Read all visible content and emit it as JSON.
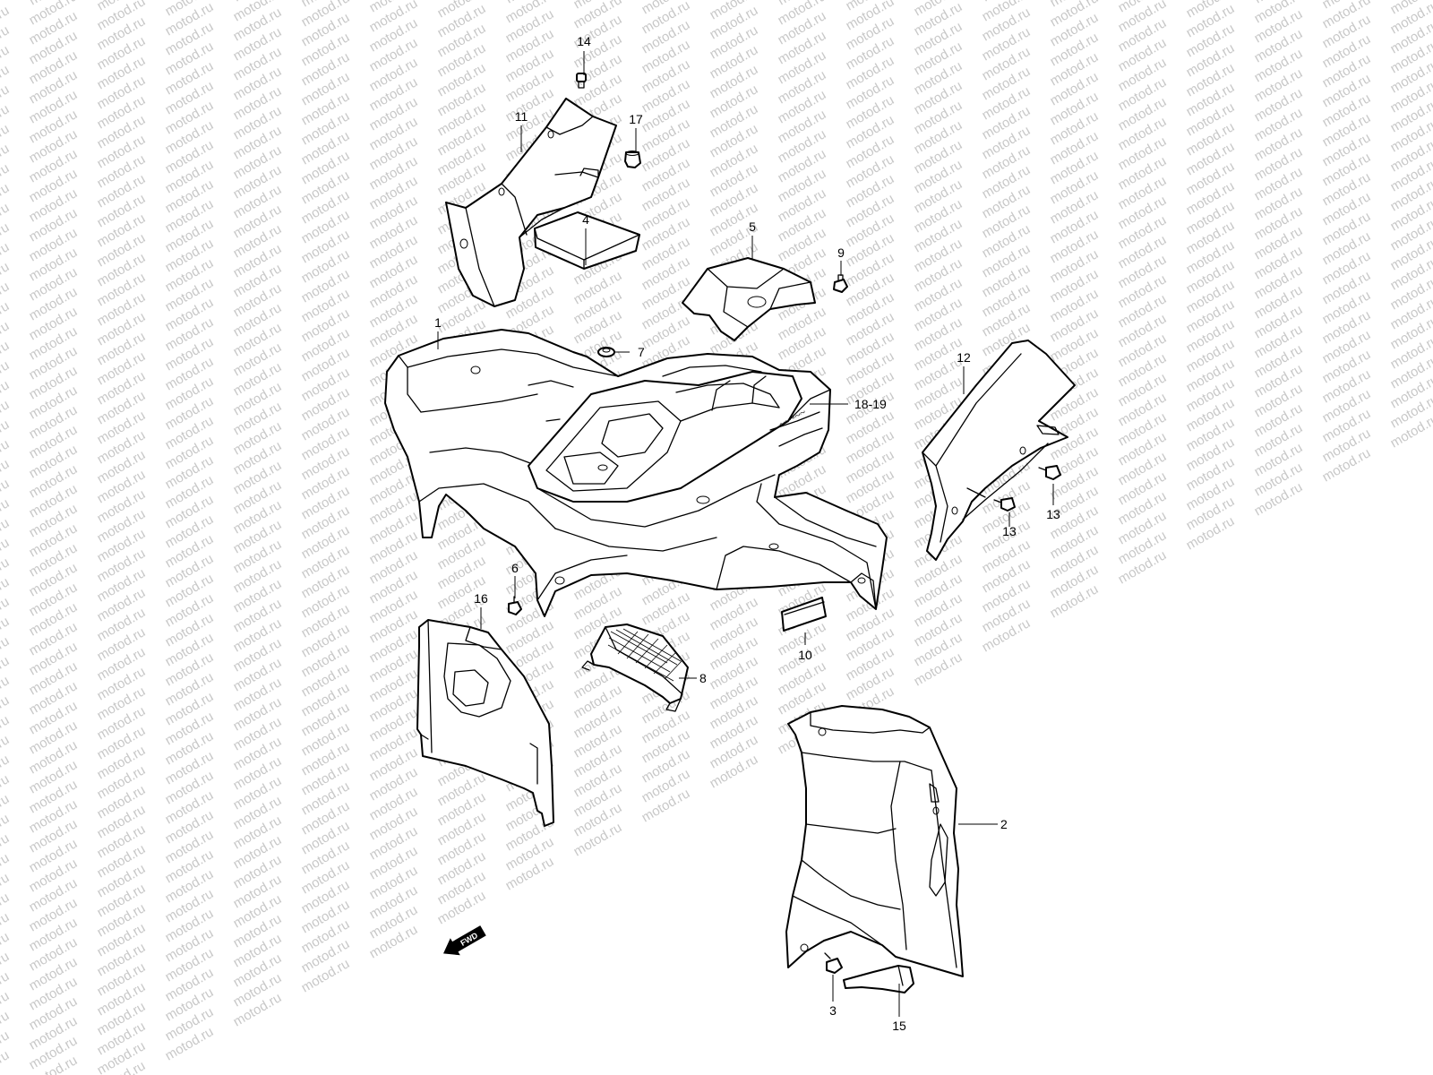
{
  "watermark": {
    "text": "motod.ru"
  },
  "callouts": {
    "c1": "1",
    "c2": "2",
    "c3": "3",
    "c4": "4",
    "c5": "5",
    "c6": "6",
    "c7": "7",
    "c8": "8",
    "c9": "9",
    "c10": "10",
    "c11": "11",
    "c12": "12",
    "c13a": "13",
    "c13b": "13",
    "c14": "14",
    "c15": "15",
    "c16": "16",
    "c17": "17",
    "c18_19": "18-19"
  },
  "fwd_arrow": {
    "label": "FWD"
  },
  "colors": {
    "line": "#000000",
    "background": "#ffffff",
    "watermark": "#c8c8c8"
  }
}
